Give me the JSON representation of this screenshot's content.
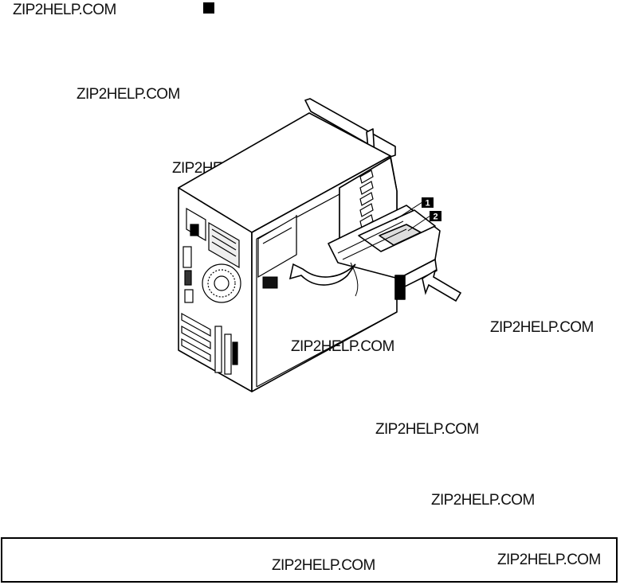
{
  "watermarks": [
    "ZIP2HELP.COM",
    "ZIP2HELP.COM",
    "ZIP2HELP.COM",
    "ZIP2HELP.COM",
    "ZIP2HELP.COM",
    "ZIP2HELP.COM",
    "ZIP2HELP.COM",
    "ZIP2HELP.COM",
    "ZIP2HELP.COM"
  ],
  "callouts": {
    "one": "1",
    "two": "2"
  }
}
